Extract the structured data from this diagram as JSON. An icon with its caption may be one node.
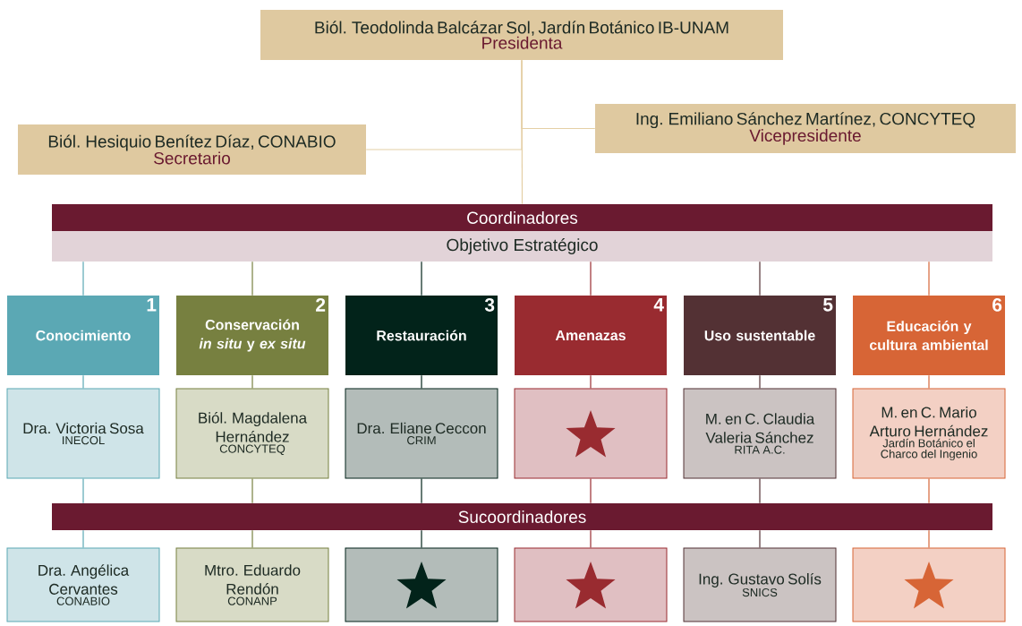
{
  "diagram": {
    "nodes": [
      {
        "text": [
          "Biól. Teodolinda Balcázar Sol, Jardín Botánico IB-UNAM",
          "Presidenta"
        ]
      },
      {
        "text": [
          "Ing. Emiliano Sánchez Martínez, CONCYTEQ",
          "Vicepresidente"
        ]
      },
      {
        "text": [
          "Biól. Hesiquio Benítez Díaz, CONABIO",
          "Secretario"
        ]
      },
      {
        "text": [
          "Coordinadores"
        ]
      },
      {
        "text": [
          "Objetivo Estratégico"
        ]
      },
      {
        "text": [
          "1",
          "Conocimiento"
        ]
      },
      {
        "text": [
          "2",
          "Conservación *in situ* y *ex situ*"
        ]
      },
      {
        "text": [
          "3",
          "Restauración"
        ]
      },
      {
        "text": [
          "4",
          "Amenazas"
        ]
      },
      {
        "text": [
          "5",
          "Uso sustentable"
        ]
      },
      {
        "text": [
          "6",
          "Educación y cultura ambiental"
        ]
      },
      {
        "text": [
          "Dra. Victoria Sosa",
          "INECOL"
        ]
      },
      {
        "text": [
          "Biól. Magdalena Hernández",
          "CONCYTEQ"
        ]
      },
      {
        "text": [
          "Dra. Eliane Ceccon",
          "CRIM"
        ]
      },
      {
        "text": [],
        "shape": "star"
      },
      {
        "text": [
          "M. en C. Claudia Valeria Sánchez",
          "RITA A.C."
        ]
      },
      {
        "text": [
          "M. en C. Mario Arturo Hernández",
          "Jardín Botánico el Charco del Ingenio"
        ]
      },
      {
        "text": [
          "Sucoordinadores"
        ]
      },
      {
        "text": [
          "Dra. Angélica Cervantes",
          "CONABIO"
        ]
      },
      {
        "text": [
          "Mtro. Eduardo Rendón",
          "CONANP"
        ]
      },
      {
        "text": [],
        "shape": "star"
      },
      {
        "text": [],
        "shape": "star"
      },
      {
        "text": [
          "Ing. Gustavo Solís",
          "SNICS"
        ]
      },
      {
        "text": [],
        "shape": "star"
      }
    ],
    "edges": [
      {
        "from": 0,
        "to": 1,
        "arrow": "none",
        "color": "#e4cfa5"
      },
      {
        "from": 0,
        "to": 2,
        "arrow": "none",
        "color": "#e4cfa5"
      },
      {
        "from": 0,
        "to": 3,
        "arrow": "none",
        "color": "#e4cfa5"
      },
      {
        "from": 4,
        "to": 5,
        "arrow": "none",
        "color": "#5ba8b4"
      },
      {
        "from": 4,
        "to": 6,
        "arrow": "none",
        "color": "#778040"
      },
      {
        "from": 4,
        "to": 7,
        "arrow": "none",
        "color": "#02231a"
      },
      {
        "from": 4,
        "to": 8,
        "arrow": "none",
        "color": "#992b30"
      },
      {
        "from": 4,
        "to": 9,
        "arrow": "none",
        "color": "#533134"
      },
      {
        "from": 4,
        "to": 10,
        "arrow": "none",
        "color": "#d76536"
      },
      {
        "from": 5,
        "to": 11,
        "arrow": "none",
        "color": "#5ba8b4"
      },
      {
        "from": 6,
        "to": 12,
        "arrow": "none",
        "color": "#778040"
      },
      {
        "from": 7,
        "to": 13,
        "arrow": "none",
        "color": "#02231a"
      },
      {
        "from": 8,
        "to": 14,
        "arrow": "none",
        "color": "#992b30"
      },
      {
        "from": 9,
        "to": 15,
        "arrow": "none",
        "color": "#533134"
      },
      {
        "from": 10,
        "to": 16,
        "arrow": "none",
        "color": "#d76536"
      },
      {
        "from": 11,
        "to": 17,
        "arrow": "none",
        "color": "#5ba8b4"
      },
      {
        "from": 12,
        "to": 17,
        "arrow": "none",
        "color": "#778040"
      },
      {
        "from": 13,
        "to": 17,
        "arrow": "none",
        "color": "#02231a"
      },
      {
        "from": 14,
        "to": 17,
        "arrow": "none",
        "color": "#992b30"
      },
      {
        "from": 15,
        "to": 17,
        "arrow": "none",
        "color": "#533134"
      },
      {
        "from": 16,
        "to": 17,
        "arrow": "none",
        "color": "#d76536"
      },
      {
        "from": 17,
        "to": 18,
        "arrow": "none",
        "color": "#5ba8b4"
      },
      {
        "from": 17,
        "to": 19,
        "arrow": "none",
        "color": "#778040"
      },
      {
        "from": 17,
        "to": 20,
        "arrow": "none",
        "color": "#02231a"
      },
      {
        "from": 17,
        "to": 21,
        "arrow": "none",
        "color": "#992b30"
      },
      {
        "from": 17,
        "to": 22,
        "arrow": "none",
        "color": "#533134"
      },
      {
        "from": 17,
        "to": 23,
        "arrow": "none",
        "color": "#d76536"
      }
    ]
  }
}
